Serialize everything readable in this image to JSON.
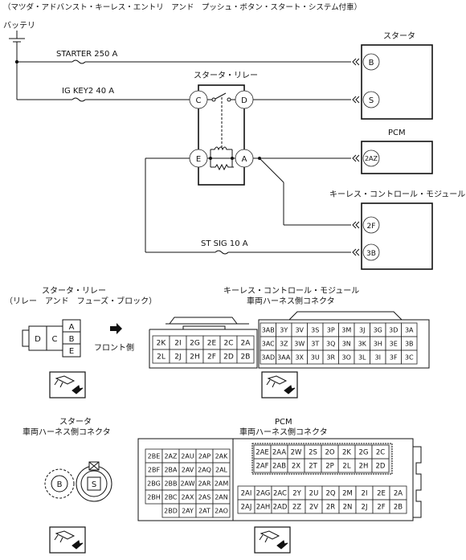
{
  "header": "（マツダ・アドバンスト・キーレス・エントリ　アンド　プッシュ・ボタン・スタート・システム付車）",
  "wiring": {
    "battery": "バッテリ",
    "fuse_starter": "STARTER 250 A",
    "fuse_igkey2": "IG KEY2 40 A",
    "fuse_stsig": "ST SIG 10 A",
    "relay_title": "スタータ・リレー",
    "starter_title": "スタータ",
    "pcm_title": "PCM",
    "keyless_title": "キーレス・コントロール・モジュール",
    "relay_pins": {
      "c": "C",
      "d": "D",
      "e": "E",
      "a": "A"
    },
    "starter_pins": {
      "b": "B",
      "s": "S"
    },
    "pcm_pin": "2AZ",
    "keyless_pins": {
      "p1": "2F",
      "p2": "3B"
    }
  },
  "relay_connector": {
    "title1": "スタータ・リレー",
    "title2": "（リレー　アンド　フューズ・ブロック）",
    "pins": [
      "D",
      "C",
      "A",
      "B",
      "E"
    ],
    "front_label": "フロント側"
  },
  "keyless_connector": {
    "title1": "キーレス・コントロール・モジュール",
    "title2": "車両ハーネス側コネクタ",
    "left_rows": [
      [
        "2K",
        "2I",
        "2G",
        "2E",
        "2C",
        "2A"
      ],
      [
        "2L",
        "2J",
        "2H",
        "2F",
        "2D",
        "2B"
      ]
    ],
    "right_rows": [
      [
        "3AB",
        "3Y",
        "3V",
        "3S",
        "3P",
        "3M",
        "3J",
        "3G",
        "3D",
        "3A"
      ],
      [
        "3AC",
        "3Z",
        "3W",
        "3T",
        "3Q",
        "3N",
        "3K",
        "3H",
        "3E",
        "3B"
      ],
      [
        "3AD",
        "3AA",
        "3X",
        "3U",
        "3R",
        "3O",
        "3L",
        "3I",
        "3F",
        "3C"
      ]
    ]
  },
  "starter_connector": {
    "title1": "スタータ",
    "title2": "車両ハーネス側コネクタ",
    "pins": [
      "B",
      "S"
    ]
  },
  "pcm_connector": {
    "title1": "PCM",
    "title2": "車両ハーネス側コネクタ",
    "left_rows": [
      [
        "2BE",
        "2AZ",
        "2AU",
        "2AP",
        "2AK"
      ],
      [
        "2BF",
        "2BA",
        "2AV",
        "2AQ",
        "2AL"
      ],
      [
        "2BG",
        "2BB",
        "2AW",
        "2AR",
        "2AM"
      ],
      [
        "2BH",
        "2BC",
        "2AX",
        "2AS",
        "2AN"
      ],
      [
        "",
        "2BD",
        "2AY",
        "2AT",
        "2AO"
      ]
    ],
    "right_top_rows": [
      [
        "2AE",
        "2AA",
        "2W",
        "2S",
        "2O",
        "2K",
        "2G",
        "2C"
      ],
      [
        "2AF",
        "2AB",
        "2X",
        "2T",
        "2P",
        "2L",
        "2H",
        "2D"
      ]
    ],
    "right_bottom_rows": [
      [
        "2AI",
        "2AG",
        "2AC",
        "2Y",
        "2U",
        "2Q",
        "2M",
        "2I",
        "2E",
        "2A"
      ],
      [
        "2AJ",
        "2AH",
        "2AD",
        "2Z",
        "2V",
        "2R",
        "2N",
        "2J",
        "2F",
        "2B"
      ]
    ]
  },
  "icons": [
    "connector-plug-icon",
    "arrow-right-icon",
    "coil-icon",
    "resistor-icon",
    "diode-icon",
    "fuse-icon",
    "switch-icon"
  ]
}
